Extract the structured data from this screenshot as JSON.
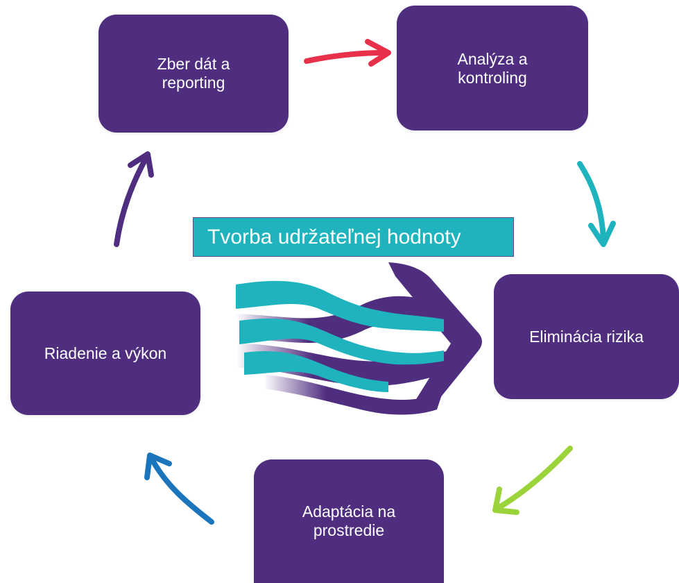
{
  "banner": {
    "text": "Tvorba udržateľnej hodnoty"
  },
  "boxes": {
    "zber": {
      "line1": "Zber dát a",
      "line2": "reporting"
    },
    "analyza": {
      "line1": "Analýza a",
      "line2": "kontroling"
    },
    "eliminacia": {
      "line1": "Eliminácia rizika"
    },
    "adaptacia": {
      "line1": "Adaptácia na",
      "line2": "prostredie"
    },
    "riadenie": {
      "line1": "Riadenie a výkon"
    }
  },
  "colors": {
    "box": "#4f2d7f",
    "teal": "#1fb4bd",
    "red_arrow": "#e8304a",
    "teal_arrow": "#1fb4bd",
    "green_arrow": "#9bd33a",
    "blue_arrow": "#1b75bc",
    "purple_arrow": "#4f2d7f"
  }
}
